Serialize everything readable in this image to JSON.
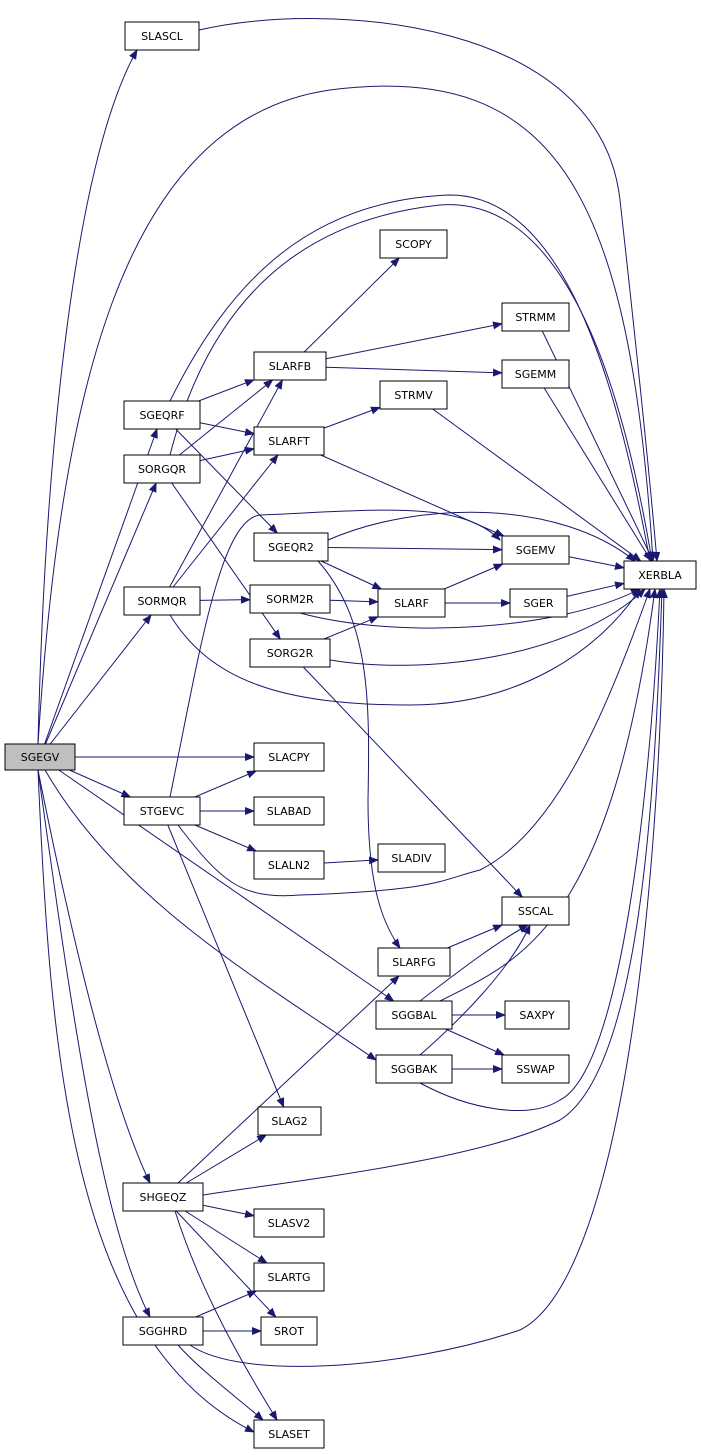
{
  "diagram": {
    "root": "SGEGV",
    "colors": {
      "edge": "#191970",
      "root_fill": "#bfbfbf",
      "node_fill": "#ffffff",
      "border": "#000000"
    },
    "nodes": [
      {
        "id": "SGEGV",
        "label": "SGEGV",
        "root": true
      },
      {
        "id": "SLASCL",
        "label": "SLASCL"
      },
      {
        "id": "SCOPY",
        "label": "SCOPY"
      },
      {
        "id": "STRMM",
        "label": "STRMM"
      },
      {
        "id": "SLARFB",
        "label": "SLARFB"
      },
      {
        "id": "SGEMM",
        "label": "SGEMM"
      },
      {
        "id": "SGEQRF",
        "label": "SGEQRF"
      },
      {
        "id": "STRMV",
        "label": "STRMV"
      },
      {
        "id": "SLARFT",
        "label": "SLARFT"
      },
      {
        "id": "SORGQR",
        "label": "SORGQR"
      },
      {
        "id": "SGEQR2",
        "label": "SGEQR2"
      },
      {
        "id": "SGEMV",
        "label": "SGEMV"
      },
      {
        "id": "XERBLA",
        "label": "XERBLA"
      },
      {
        "id": "SORMQR",
        "label": "SORMQR"
      },
      {
        "id": "SORM2R",
        "label": "SORM2R"
      },
      {
        "id": "SLARF",
        "label": "SLARF"
      },
      {
        "id": "SGER",
        "label": "SGER"
      },
      {
        "id": "SORG2R",
        "label": "SORG2R"
      },
      {
        "id": "SLACPY",
        "label": "SLACPY"
      },
      {
        "id": "STGEVC",
        "label": "STGEVC"
      },
      {
        "id": "SLABAD",
        "label": "SLABAD"
      },
      {
        "id": "SLALN2",
        "label": "SLALN2"
      },
      {
        "id": "SLADIV",
        "label": "SLADIV"
      },
      {
        "id": "SSCAL",
        "label": "SSCAL"
      },
      {
        "id": "SLARFG",
        "label": "SLARFG"
      },
      {
        "id": "SGGBAL",
        "label": "SGGBAL"
      },
      {
        "id": "SAXPY",
        "label": "SAXPY"
      },
      {
        "id": "SGGBAK",
        "label": "SGGBAK"
      },
      {
        "id": "SSWAP",
        "label": "SSWAP"
      },
      {
        "id": "SLAG2",
        "label": "SLAG2"
      },
      {
        "id": "SHGEQZ",
        "label": "SHGEQZ"
      },
      {
        "id": "SLASV2",
        "label": "SLASV2"
      },
      {
        "id": "SLARTG",
        "label": "SLARTG"
      },
      {
        "id": "SGGHRD",
        "label": "SGGHRD"
      },
      {
        "id": "SROT",
        "label": "SROT"
      },
      {
        "id": "SLASET",
        "label": "SLASET"
      }
    ],
    "edges": [
      [
        "SGEGV",
        "SLASCL"
      ],
      [
        "SGEGV",
        "XERBLA"
      ],
      [
        "SGEGV",
        "SGEQRF"
      ],
      [
        "SGEGV",
        "SORGQR"
      ],
      [
        "SGEGV",
        "SORMQR"
      ],
      [
        "SGEGV",
        "SLACPY"
      ],
      [
        "SGEGV",
        "STGEVC"
      ],
      [
        "SGEGV",
        "SGGBAL"
      ],
      [
        "SGEGV",
        "SGGBAK"
      ],
      [
        "SGEGV",
        "SHGEQZ"
      ],
      [
        "SGEGV",
        "SGGHRD"
      ],
      [
        "SGEGV",
        "SLASET"
      ],
      [
        "SLASCL",
        "XERBLA"
      ],
      [
        "SGEQRF",
        "SLARFB"
      ],
      [
        "SGEQRF",
        "SLARFT"
      ],
      [
        "SGEQRF",
        "SGEQR2"
      ],
      [
        "SGEQRF",
        "XERBLA"
      ],
      [
        "SORGQR",
        "SLARFB"
      ],
      [
        "SORGQR",
        "SLARFT"
      ],
      [
        "SORGQR",
        "SORG2R"
      ],
      [
        "SORGQR",
        "XERBLA"
      ],
      [
        "SORMQR",
        "SLARFB"
      ],
      [
        "SORMQR",
        "SLARFT"
      ],
      [
        "SORMQR",
        "SORM2R"
      ],
      [
        "SORMQR",
        "XERBLA"
      ],
      [
        "SLARFB",
        "SCOPY"
      ],
      [
        "SLARFB",
        "STRMM"
      ],
      [
        "SLARFB",
        "SGEMM"
      ],
      [
        "SLARFT",
        "STRMV"
      ],
      [
        "SLARFT",
        "SGEMV"
      ],
      [
        "STRMM",
        "XERBLA"
      ],
      [
        "SGEMM",
        "XERBLA"
      ],
      [
        "STRMV",
        "XERBLA"
      ],
      [
        "SGEMV",
        "XERBLA"
      ],
      [
        "SGER",
        "XERBLA"
      ],
      [
        "SGEQR2",
        "SGEMV"
      ],
      [
        "SGEQR2",
        "SLARF"
      ],
      [
        "SGEQR2",
        "SLARFG"
      ],
      [
        "SGEQR2",
        "XERBLA"
      ],
      [
        "SORM2R",
        "SLARF"
      ],
      [
        "SORM2R",
        "XERBLA"
      ],
      [
        "SORG2R",
        "SLARF"
      ],
      [
        "SORG2R",
        "SSCAL"
      ],
      [
        "SORG2R",
        "XERBLA"
      ],
      [
        "SLARF",
        "SGEMV"
      ],
      [
        "SLARF",
        "SGER"
      ],
      [
        "STGEVC",
        "SLACPY"
      ],
      [
        "STGEVC",
        "SLABAD"
      ],
      [
        "STGEVC",
        "SLALN2"
      ],
      [
        "STGEVC",
        "SLAG2"
      ],
      [
        "STGEVC",
        "SGEMV"
      ],
      [
        "STGEVC",
        "XERBLA"
      ],
      [
        "SLALN2",
        "SLADIV"
      ],
      [
        "SLARFG",
        "SSCAL"
      ],
      [
        "SGGBAL",
        "SSCAL"
      ],
      [
        "SGGBAL",
        "SAXPY"
      ],
      [
        "SGGBAL",
        "SSWAP"
      ],
      [
        "SGGBAL",
        "XERBLA"
      ],
      [
        "SGGBAK",
        "SSCAL"
      ],
      [
        "SGGBAK",
        "SSWAP"
      ],
      [
        "SGGBAK",
        "XERBLA"
      ],
      [
        "SHGEQZ",
        "SLARFG"
      ],
      [
        "SHGEQZ",
        "SLAG2"
      ],
      [
        "SHGEQZ",
        "SLASV2"
      ],
      [
        "SHGEQZ",
        "SLARTG"
      ],
      [
        "SHGEQZ",
        "SROT"
      ],
      [
        "SHGEQZ",
        "SLASET"
      ],
      [
        "SHGEQZ",
        "XERBLA"
      ],
      [
        "SGGHRD",
        "SLARTG"
      ],
      [
        "SGGHRD",
        "SROT"
      ],
      [
        "SGGHRD",
        "SLASET"
      ],
      [
        "SGGHRD",
        "XERBLA"
      ]
    ]
  }
}
